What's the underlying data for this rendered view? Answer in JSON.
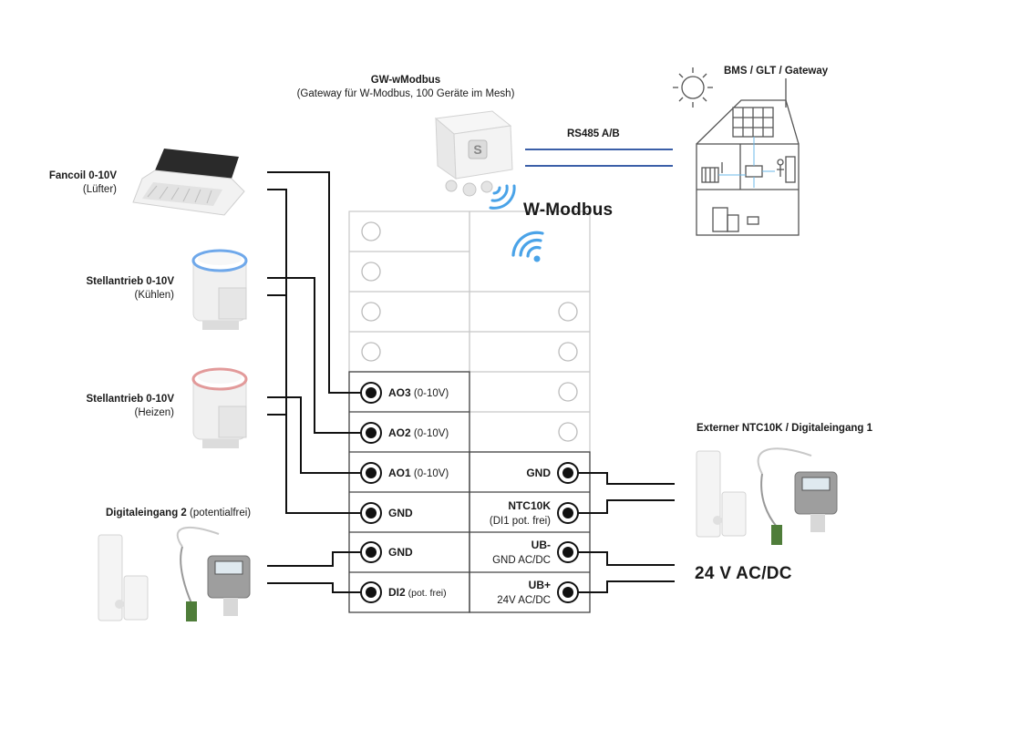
{
  "gateway": {
    "title": "GW-wModbus",
    "subtitle": "(Gateway für W-Modbus, 100 Geräte im Mesh)"
  },
  "bms": {
    "title": "BMS / GLT / Gateway"
  },
  "rs485": {
    "label": "RS485 A/B"
  },
  "wmodbus": {
    "label": "W-Modbus"
  },
  "devices": {
    "fancoil": {
      "title": "Fancoil 0-10V",
      "sub": "(Lüfter)"
    },
    "cool": {
      "title": "Stellantrieb 0-10V",
      "sub": "(Kühlen)"
    },
    "heat": {
      "title": "Stellantrieb 0-10V",
      "sub": "(Heizen)"
    },
    "di2": {
      "title": "Digitaleingang 2",
      "sub": " (potentialfrei)"
    },
    "ntc": {
      "title": "Externer NTC10K / Digitaleingang 1"
    }
  },
  "terminals": {
    "ao3": {
      "name": "AO3",
      "sub": " (0-10V)"
    },
    "ao2": {
      "name": "AO2",
      "sub": " (0-10V)"
    },
    "ao1": {
      "name": "AO1",
      "sub": " (0-10V)"
    },
    "gnd_left_1": {
      "name": "GND"
    },
    "gnd_left_2": {
      "name": "GND"
    },
    "di2": {
      "name": "DI2",
      "sub": " (pot. frei)"
    },
    "gnd_right": {
      "name": "GND"
    },
    "ntc": {
      "name": "NTC10K",
      "sub": "(DI1 pot. frei)"
    },
    "ub_minus": {
      "name": "UB-",
      "sub": "GND AC/DC"
    },
    "ub_plus": {
      "name": "UB+",
      "sub": "24V AC/DC"
    }
  },
  "supply": {
    "label": "24 V AC/DC"
  },
  "colors": {
    "wire": "#111111",
    "rs485": "#3b5fa8",
    "wifi": "#4aa3e8",
    "grid": "#c8c8c8",
    "frame": "#444444"
  }
}
